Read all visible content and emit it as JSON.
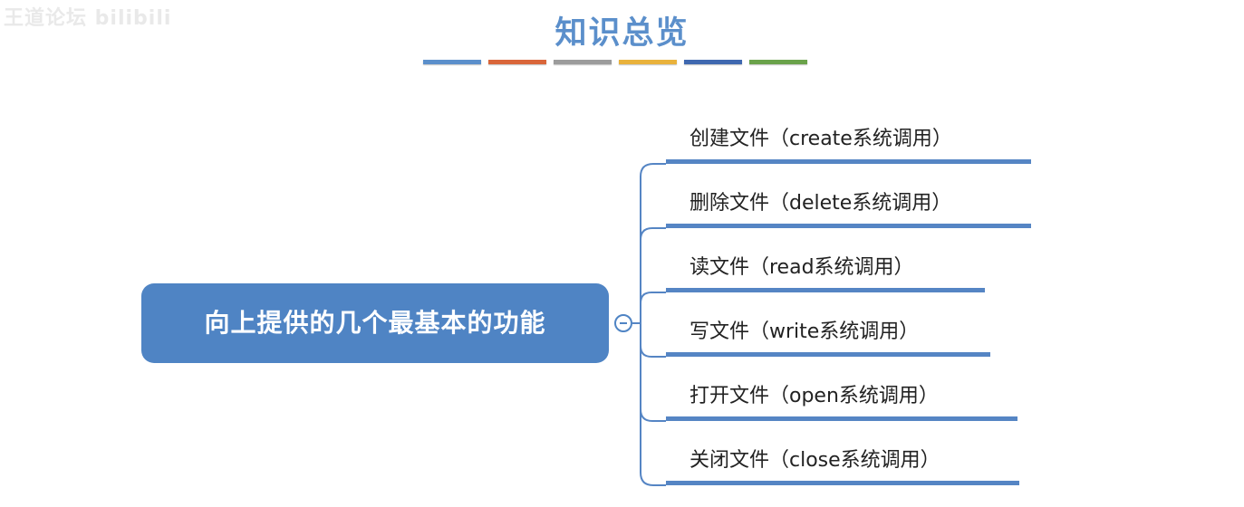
{
  "watermark": "王道论坛 bilibili",
  "title": "知识总览",
  "title_underline_colors": [
    "#5b8fcb",
    "#d9663a",
    "#9c9c9c",
    "#e9b23c",
    "#3f68b0",
    "#6aa24a"
  ],
  "colors": {
    "accent": "#4f84c4",
    "root_fill": "#4f84c4",
    "branch_line": "#5585c4",
    "title": "#5b8fcb"
  },
  "mindmap": {
    "root": {
      "label": "向上提供的几个最基本的功能",
      "toggle_icon": "collapse-minus-icon"
    },
    "branches": [
      {
        "label": "创建文件（create系统调用）"
      },
      {
        "label": "删除文件（delete系统调用）"
      },
      {
        "label": "读文件（read系统调用）"
      },
      {
        "label": "写文件（write系统调用）"
      },
      {
        "label": "打开文件（open系统调用）"
      },
      {
        "label": "关闭文件（close系统调用）"
      }
    ]
  }
}
